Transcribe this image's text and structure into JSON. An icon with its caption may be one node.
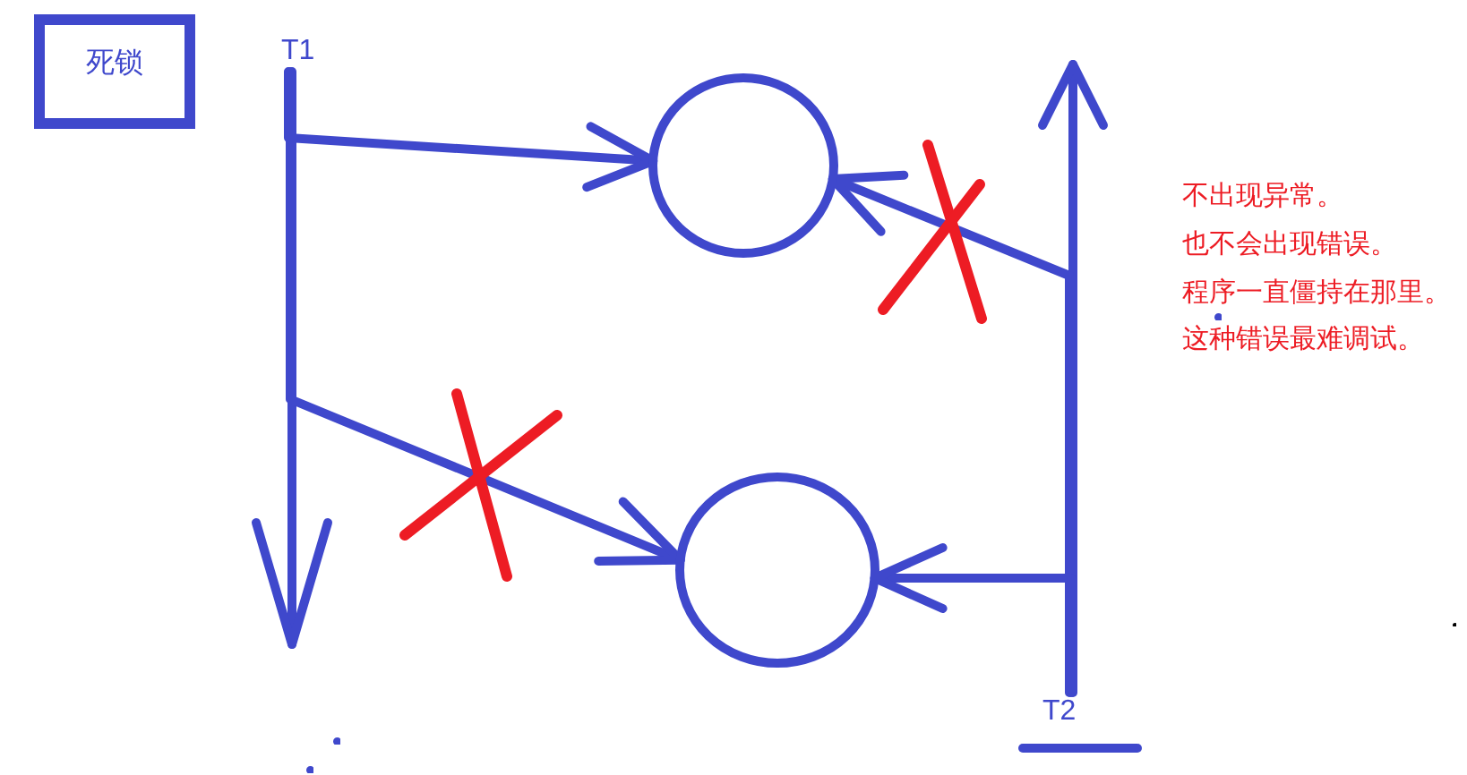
{
  "diagram": {
    "nodes": [
      {
        "text": [
          "死锁"
        ]
      },
      {
        "text": [
          "T1"
        ]
      },
      {
        "text": [],
        "shape": "circle"
      },
      {
        "text": [],
        "shape": "circle"
      },
      {
        "text": [
          "T2"
        ]
      }
    ],
    "edges": [
      {
        "from": 1,
        "to": null,
        "arrow": "to"
      },
      {
        "from": 1,
        "to": 2,
        "arrow": "to"
      },
      {
        "from": 1,
        "to": 3,
        "arrow": "to"
      },
      {
        "from": 4,
        "to": null,
        "arrow": "to"
      },
      {
        "from": 4,
        "to": 2,
        "arrow": "to"
      },
      {
        "from": 4,
        "to": 3,
        "arrow": "to"
      }
    ],
    "labels": [
      "不出现异常。",
      "也不会出现错误。",
      "程序一直僵持在那里。",
      "这种错误最难调试。"
    ]
  }
}
